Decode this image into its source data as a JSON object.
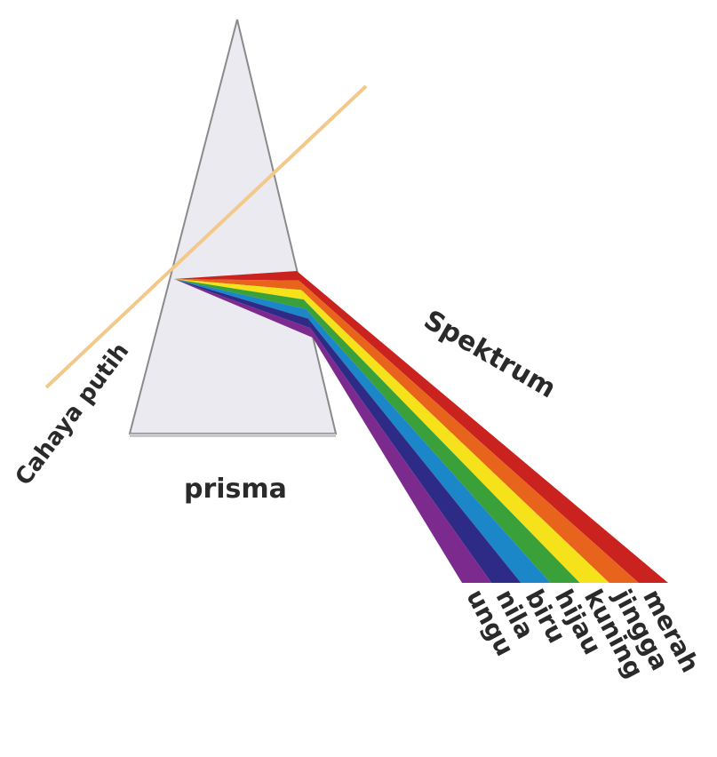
{
  "labels": {
    "white_light": "Cahaya putih",
    "prism": "prisma",
    "spectrum": "Spektrum"
  },
  "spectrum_colors": [
    {
      "name": "merah",
      "color": "#c9221f"
    },
    {
      "name": "jingga",
      "color": "#e8641c"
    },
    {
      "name": "kuning",
      "color": "#f6e21a"
    },
    {
      "name": "hijau",
      "color": "#3aa03a"
    },
    {
      "name": "biru",
      "color": "#1b86c8"
    },
    {
      "name": "nila",
      "color": "#2e2b86"
    },
    {
      "name": "ungu",
      "color": "#7d2a8f"
    }
  ],
  "colors": {
    "prism_fill": "#eaeaf0",
    "prism_stroke": "#8a8a8a",
    "white_light_beam": "#f2c98a"
  }
}
